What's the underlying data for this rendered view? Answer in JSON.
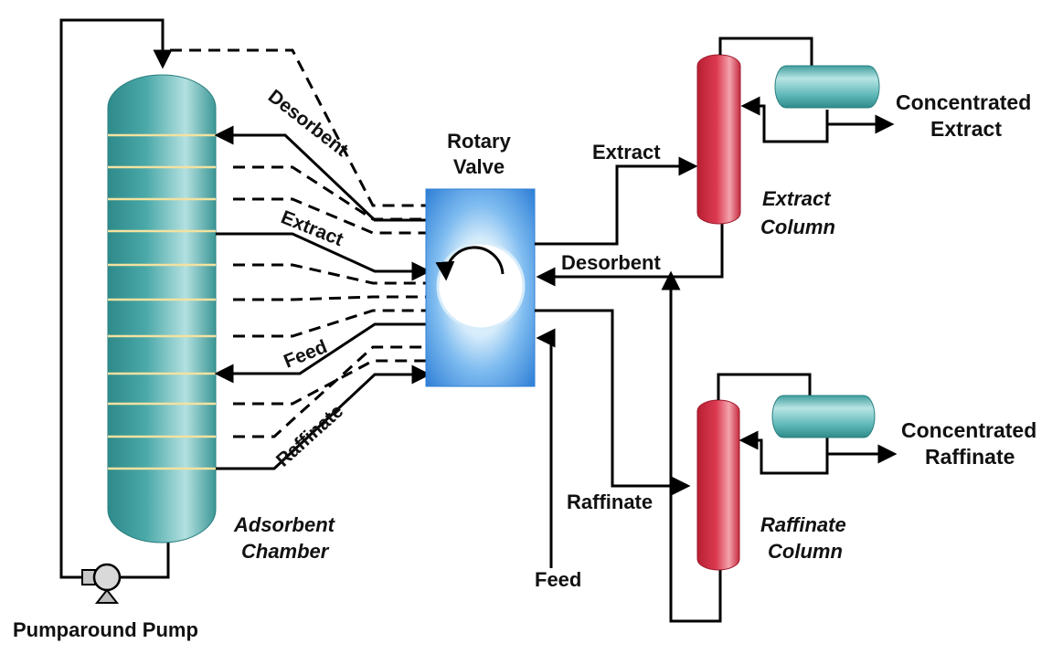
{
  "labels": {
    "rotary_valve_line1": "Rotary",
    "rotary_valve_line2": "Valve",
    "desorbent_in": "Desorbent",
    "extract_out": "Extract",
    "feed_in": "Feed",
    "raffinate_out": "Raffinate",
    "extract_to_column": "Extract",
    "desorbent_return": "Desorbent",
    "raffinate_to_column": "Raffinate",
    "feed_source": "Feed",
    "concentrated_extract_line1": "Concentrated",
    "concentrated_extract_line2": "Extract",
    "concentrated_raffinate_line1": "Concentrated",
    "concentrated_raffinate_line2": "Raffinate",
    "extract_column_line1": "Extract",
    "extract_column_line2": "Column",
    "raffinate_column_line1": "Raffinate",
    "raffinate_column_line2": "Column",
    "adsorbent_chamber_line1": "Adsorbent",
    "adsorbent_chamber_line2": "Chamber",
    "pumparound_pump": "Pumparound Pump"
  },
  "colors": {
    "chamber": "#3f9e9e",
    "chamber_highlight": "#a9dada",
    "chamber_bands": "#f2e2a0",
    "valve": "#2f7fd6",
    "valve_light": "#d6ecfb",
    "column": "#d42e44",
    "drum": "#5fb8b8",
    "line": "#000000"
  },
  "icons": {
    "pump": "centrifugal-pump-icon",
    "rotation": "rotation-arrow-icon"
  }
}
